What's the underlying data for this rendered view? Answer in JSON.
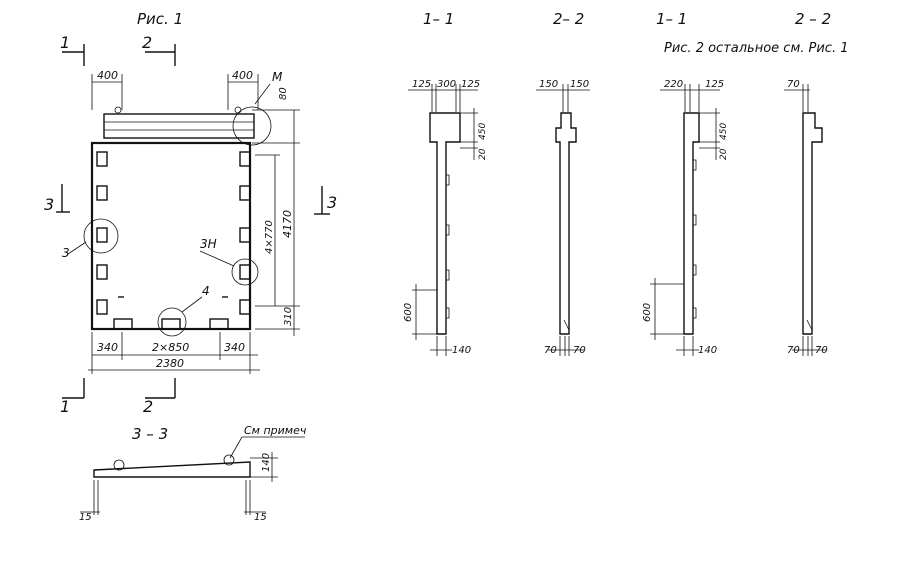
{
  "figure1": {
    "caption": "Рис. 1",
    "cut_1_top": "1",
    "cut_2_top": "2",
    "cut_3_left": "3",
    "cut_3_right": "3",
    "cut_1_bottom": "1",
    "cut_2_bottom": "2",
    "dim_400_left": "400",
    "dim_400_right": "400",
    "label_m": "М",
    "dim_80": "80",
    "dim_4x770": "4×770",
    "dim_4170": "4170",
    "dim_310": "310",
    "dim_340_left": "340",
    "dim_2x850": "2×850",
    "dim_340_right": "340",
    "dim_2380": "2380",
    "node_3": "3",
    "node_3h": "3Н",
    "node_4": "4"
  },
  "section33": {
    "title": "3 – 3",
    "note": "См примеч",
    "dim_140": "140",
    "dim_15_left": "15",
    "dim_15_right": "15"
  },
  "figure1_sections": {
    "title_1_1": "1– 1",
    "title_2_2": "2– 2",
    "s11_dim_125a": "125",
    "s11_dim_300": "300",
    "s11_dim_125b": "125",
    "s11_dim_450": "450",
    "s11_dim_20": "20",
    "s11_dim_600": "600",
    "s11_dim_140": "140",
    "s22_dim_150a": "150",
    "s22_dim_150b": "150",
    "s22_dim_70a": "70",
    "s22_dim_70b": "70"
  },
  "figure2": {
    "title_1_1": "1– 1",
    "title_2_2": "2 – 2",
    "caption": "Рис. 2   остальное см. Рис. 1",
    "s11_dim_220": "220",
    "s11_dim_125": "125",
    "s11_dim_450": "450",
    "s11_dim_20": "20",
    "s11_dim_600": "600",
    "s11_dim_140": "140",
    "s22_dim_70_top": "70",
    "s22_dim_70a": "70",
    "s22_dim_70b": "70"
  }
}
